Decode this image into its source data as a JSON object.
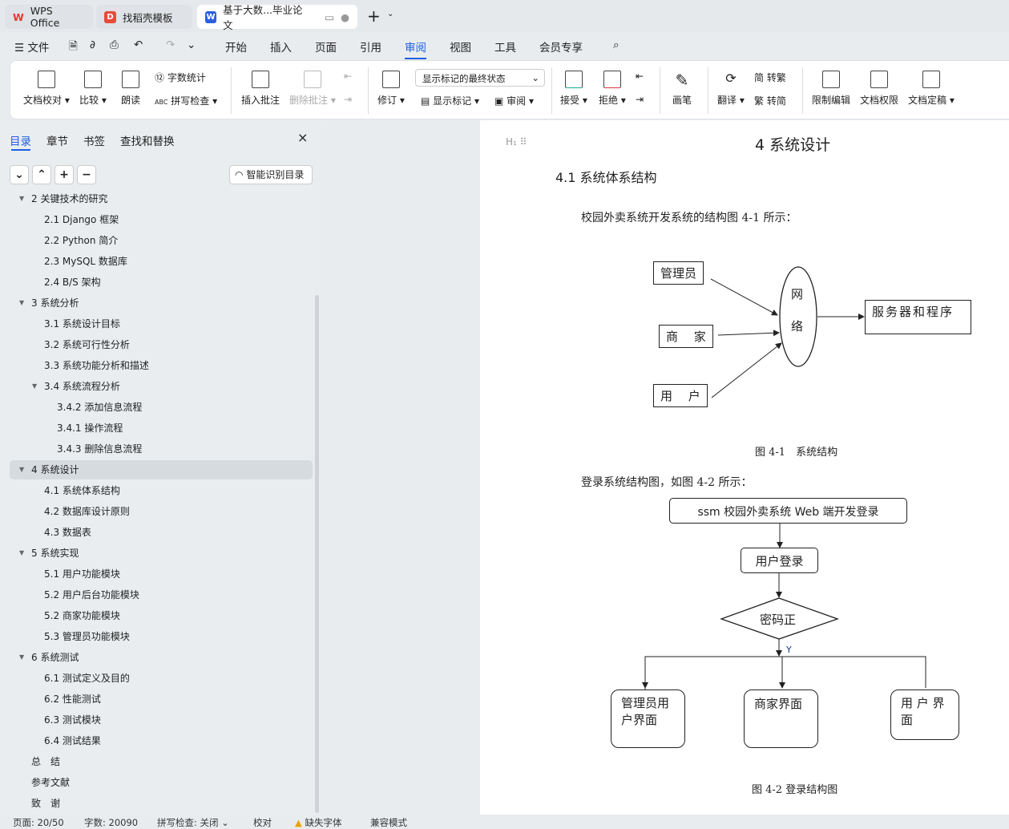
{
  "tabs": [
    {
      "label": "WPS Office"
    },
    {
      "label": "找稻壳模板"
    },
    {
      "label": "基于大数...毕业论文"
    }
  ],
  "menu": {
    "file": "文件",
    "items": [
      "开始",
      "插入",
      "页面",
      "引用",
      "审阅",
      "视图",
      "工具",
      "会员专享"
    ],
    "active": "审阅"
  },
  "ribbon": {
    "proof": "文档校对",
    "compare": "比较",
    "read": "朗读",
    "wordcount": "字数统计",
    "spell": "拼写检查",
    "insert_comment": "插入批注",
    "delete_comment": "删除批注",
    "revise": "修订",
    "markup_select": "显示标记的最终状态",
    "show_markup": "显示标记",
    "review": "审阅",
    "accept": "接受",
    "reject": "拒绝",
    "pen": "画笔",
    "translate": "翻译",
    "to_trad": "转繁",
    "to_simp": "转简",
    "restrict": "限制编辑",
    "perm": "文档权限",
    "final": "文档定稿"
  },
  "sidebar": {
    "tabs": [
      "目录",
      "章节",
      "书签",
      "查找和替换"
    ],
    "smart": "智能识别目录",
    "toc": [
      {
        "label": "2  关键技术的研究",
        "level": 1,
        "arrow": true
      },
      {
        "label": "2.1 Django 框架",
        "level": 2
      },
      {
        "label": "2.2 Python 简介",
        "level": 2
      },
      {
        "label": "2.3 MySQL 数据库",
        "level": 2
      },
      {
        "label": "2.4 B/S 架构",
        "level": 2
      },
      {
        "label": "3  系统分析",
        "level": 1,
        "arrow": true
      },
      {
        "label": "3.1  系统设计目标",
        "level": 2
      },
      {
        "label": "3.2  系统可行性分析",
        "level": 2
      },
      {
        "label": "3.3  系统功能分析和描述",
        "level": 2
      },
      {
        "label": "3.4 系统流程分析",
        "level": 2,
        "arrow": true
      },
      {
        "label": "3.4.2 添加信息流程",
        "level": 3
      },
      {
        "label": "3.4.1 操作流程",
        "level": 3
      },
      {
        "label": "3.4.3 删除信息流程",
        "level": 3
      },
      {
        "label": "4  系统设计",
        "level": 1,
        "arrow": true,
        "selected": true
      },
      {
        "label": "4.1  系统体系结构",
        "level": 2
      },
      {
        "label": "4.2  数据库设计原则",
        "level": 2
      },
      {
        "label": "4.3  数据表",
        "level": 2
      },
      {
        "label": "5  系统实现",
        "level": 1,
        "arrow": true
      },
      {
        "label": "5.1 用户功能模块",
        "level": 2
      },
      {
        "label": "5.2 用户后台功能模块",
        "level": 2
      },
      {
        "label": "5.2 商家功能模块",
        "level": 2
      },
      {
        "label": "5.3 管理员功能模块",
        "level": 2
      },
      {
        "label": "6  系统测试",
        "level": 1,
        "arrow": true
      },
      {
        "label": "6.1 测试定义及目的",
        "level": 2
      },
      {
        "label": "6.2 性能测试",
        "level": 2
      },
      {
        "label": "6.3 测试模块",
        "level": 2
      },
      {
        "label": "6.4 测试结果",
        "level": 2
      },
      {
        "label": "总　结",
        "level": 1
      },
      {
        "label": "参考文献",
        "level": 1
      },
      {
        "label": "致　谢",
        "level": 1
      }
    ]
  },
  "doc": {
    "chapter": "4  系统设计",
    "section": "4.1  系统体系结构",
    "para1": "校园外卖系统开发系统的结构图 4-1 所示：",
    "fig1": {
      "admin": "管理员",
      "merchant": "商　 家",
      "user": "用　 户",
      "net1": "网",
      "net2": "络",
      "server": "服务器和程序",
      "caption": "图 4-1　系统结构"
    },
    "para2": "登录系统结构图，如图 4-2 所示：",
    "fig2": {
      "top": "ssm 校园外卖系统 Web 端开发登录",
      "login": "用户登录",
      "check": "密码正",
      "yes": "Y",
      "admin": "管理员用户界面",
      "merchant": "商家界面",
      "user": "用 户 界 面",
      "caption": "图 4-2  登录结构图"
    }
  },
  "status": {
    "page": "页面: 20/50",
    "words": "字数: 20090",
    "spell": "拼写检查: 关闭",
    "proof": "校对",
    "font": "缺失字体",
    "compat": "兼容模式"
  }
}
